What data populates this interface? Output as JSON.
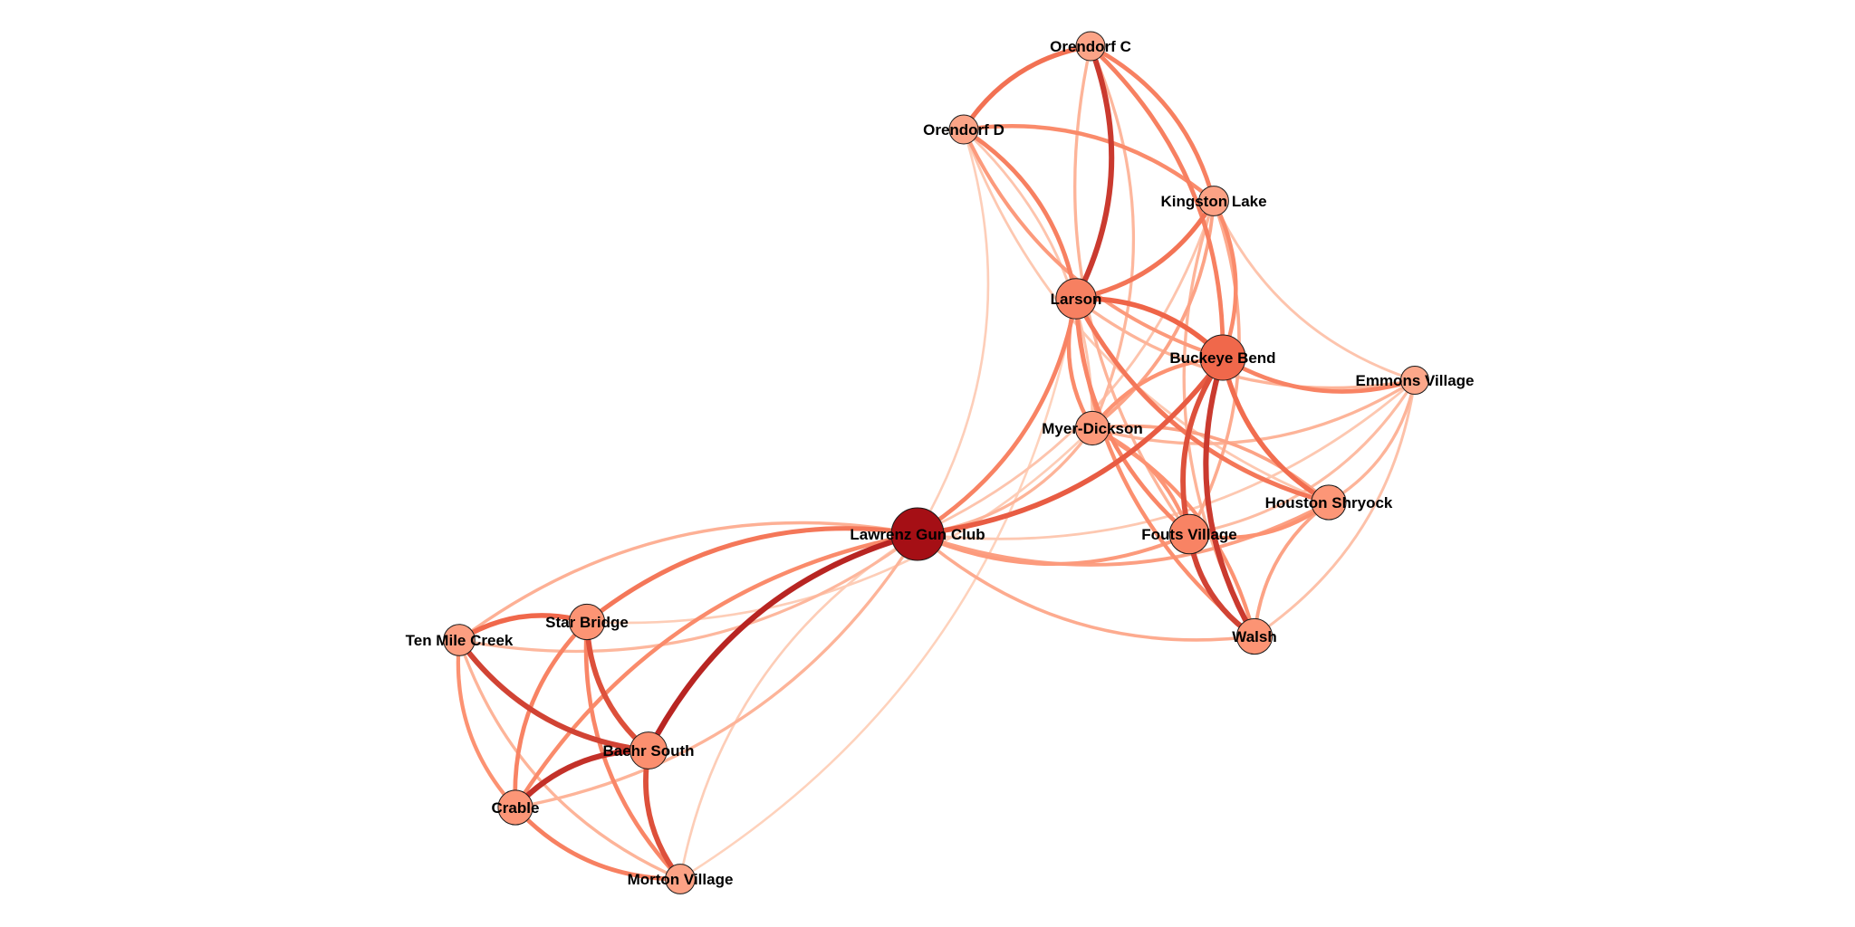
{
  "nodes": [
    {
      "id": "lawrenz",
      "label": "Lawrenz Gun Club",
      "weight": 1.0
    },
    {
      "id": "buckeye",
      "label": "Buckeye Bend",
      "weight": 0.78
    },
    {
      "id": "larson",
      "label": "Larson",
      "weight": 0.62
    },
    {
      "id": "fouts",
      "label": "Fouts Village",
      "weight": 0.6
    },
    {
      "id": "houston",
      "label": "Houston Shryock",
      "weight": 0.45
    },
    {
      "id": "walsh",
      "label": "Walsh",
      "weight": 0.48
    },
    {
      "id": "myer",
      "label": "Myer-Dickson",
      "weight": 0.42
    },
    {
      "id": "kingston",
      "label": "Kingston Lake",
      "weight": 0.3
    },
    {
      "id": "orendorfc",
      "label": "Orendorf C",
      "weight": 0.28
    },
    {
      "id": "orendorfd",
      "label": "Orendorf D",
      "weight": 0.28
    },
    {
      "id": "emmons",
      "label": "Emmons Village",
      "weight": 0.25
    },
    {
      "id": "starbridge",
      "label": "Star Bridge",
      "weight": 0.48
    },
    {
      "id": "tenmile",
      "label": "Ten Mile Creek",
      "weight": 0.35
    },
    {
      "id": "baehr",
      "label": "Baehr South",
      "weight": 0.52
    },
    {
      "id": "crable",
      "label": "Crable",
      "weight": 0.45
    },
    {
      "id": "morton",
      "label": "Morton Village",
      "weight": 0.3
    }
  ],
  "edges": [
    {
      "source": "lawrenz",
      "target": "baehr",
      "weight": 0.95
    },
    {
      "source": "lawrenz",
      "target": "buckeye",
      "weight": 0.82
    },
    {
      "source": "lawrenz",
      "target": "starbridge",
      "weight": 0.68
    },
    {
      "source": "lawrenz",
      "target": "larson",
      "weight": 0.6
    },
    {
      "source": "lawrenz",
      "target": "crable",
      "weight": 0.55
    },
    {
      "source": "lawrenz",
      "target": "fouts",
      "weight": 0.45
    },
    {
      "source": "lawrenz",
      "target": "houston",
      "weight": 0.42
    },
    {
      "source": "lawrenz",
      "target": "walsh",
      "weight": 0.35
    },
    {
      "source": "lawrenz",
      "target": "tenmile",
      "weight": 0.32
    },
    {
      "source": "lawrenz",
      "target": "myer",
      "weight": 0.3
    },
    {
      "source": "lawrenz",
      "target": "morton",
      "weight": 0.15
    },
    {
      "source": "lawrenz",
      "target": "kingston",
      "weight": 0.2
    },
    {
      "source": "lawrenz",
      "target": "emmons",
      "weight": 0.18
    },
    {
      "source": "lawrenz",
      "target": "orendorfd",
      "weight": 0.14
    },
    {
      "source": "buckeye",
      "target": "larson",
      "weight": 0.8
    },
    {
      "source": "buckeye",
      "target": "walsh",
      "weight": 0.9
    },
    {
      "source": "buckeye",
      "target": "fouts",
      "weight": 0.85
    },
    {
      "source": "buckeye",
      "target": "houston",
      "weight": 0.75
    },
    {
      "source": "buckeye",
      "target": "emmons",
      "weight": 0.6
    },
    {
      "source": "buckeye",
      "target": "kingston",
      "weight": 0.55
    },
    {
      "source": "buckeye",
      "target": "myer",
      "weight": 0.5
    },
    {
      "source": "buckeye",
      "target": "orendorfc",
      "weight": 0.62
    },
    {
      "source": "larson",
      "target": "orendorfc",
      "weight": 0.9
    },
    {
      "source": "larson",
      "target": "orendorfd",
      "weight": 0.62
    },
    {
      "source": "larson",
      "target": "kingston",
      "weight": 0.7
    },
    {
      "source": "larson",
      "target": "fouts",
      "weight": 0.58
    },
    {
      "source": "larson",
      "target": "myer",
      "weight": 0.55
    },
    {
      "source": "larson",
      "target": "walsh",
      "weight": 0.52
    },
    {
      "source": "larson",
      "target": "houston",
      "weight": 0.68
    },
    {
      "source": "larson",
      "target": "emmons",
      "weight": 0.3
    },
    {
      "source": "fouts",
      "target": "walsh",
      "weight": 0.88
    },
    {
      "source": "fouts",
      "target": "houston",
      "weight": 0.5
    },
    {
      "source": "fouts",
      "target": "myer",
      "weight": 0.48
    },
    {
      "source": "fouts",
      "target": "kingston",
      "weight": 0.35
    },
    {
      "source": "fouts",
      "target": "emmons",
      "weight": 0.25
    },
    {
      "source": "houston",
      "target": "walsh",
      "weight": 0.4
    },
    {
      "source": "houston",
      "target": "myer",
      "weight": 0.4
    },
    {
      "source": "houston",
      "target": "emmons",
      "weight": 0.3
    },
    {
      "source": "walsh",
      "target": "myer",
      "weight": 0.5
    },
    {
      "source": "walsh",
      "target": "emmons",
      "weight": 0.22
    },
    {
      "source": "myer",
      "target": "kingston",
      "weight": 0.4
    },
    {
      "source": "myer",
      "target": "emmons",
      "weight": 0.3
    },
    {
      "source": "myer",
      "target": "orendorfc",
      "weight": 0.28
    },
    {
      "source": "myer",
      "target": "orendorfd",
      "weight": 0.2
    },
    {
      "source": "kingston",
      "target": "orendorfc",
      "weight": 0.62
    },
    {
      "source": "kingston",
      "target": "orendorfd",
      "weight": 0.55
    },
    {
      "source": "kingston",
      "target": "emmons",
      "weight": 0.2
    },
    {
      "source": "kingston",
      "target": "walsh",
      "weight": 0.3
    },
    {
      "source": "orendorfc",
      "target": "orendorfd",
      "weight": 0.72
    },
    {
      "source": "orendorfc",
      "target": "fouts",
      "weight": 0.3
    },
    {
      "source": "orendorfd",
      "target": "buckeye",
      "weight": 0.45
    },
    {
      "source": "orendorfd",
      "target": "houston",
      "weight": 0.18
    },
    {
      "source": "starbridge",
      "target": "baehr",
      "weight": 0.85
    },
    {
      "source": "starbridge",
      "target": "tenmile",
      "weight": 0.78
    },
    {
      "source": "starbridge",
      "target": "crable",
      "weight": 0.6
    },
    {
      "source": "starbridge",
      "target": "morton",
      "weight": 0.58
    },
    {
      "source": "tenmile",
      "target": "baehr",
      "weight": 0.88
    },
    {
      "source": "tenmile",
      "target": "crable",
      "weight": 0.5
    },
    {
      "source": "tenmile",
      "target": "morton",
      "weight": 0.3
    },
    {
      "source": "baehr",
      "target": "crable",
      "weight": 0.92
    },
    {
      "source": "baehr",
      "target": "morton",
      "weight": 0.85
    },
    {
      "source": "crable",
      "target": "morton",
      "weight": 0.62
    },
    {
      "source": "tenmile",
      "target": "lawrenz",
      "weight": 0.28
    },
    {
      "source": "starbridge",
      "target": "myer",
      "weight": 0.15
    },
    {
      "source": "crable",
      "target": "lawrenz",
      "weight": 0.3
    },
    {
      "source": "morton",
      "target": "larson",
      "weight": 0.12
    }
  ],
  "colors": {
    "node_low": "#fcbba1",
    "node_high": "#a50f15",
    "edge_low": "#fee6d4",
    "edge_high": "#a50f15"
  }
}
